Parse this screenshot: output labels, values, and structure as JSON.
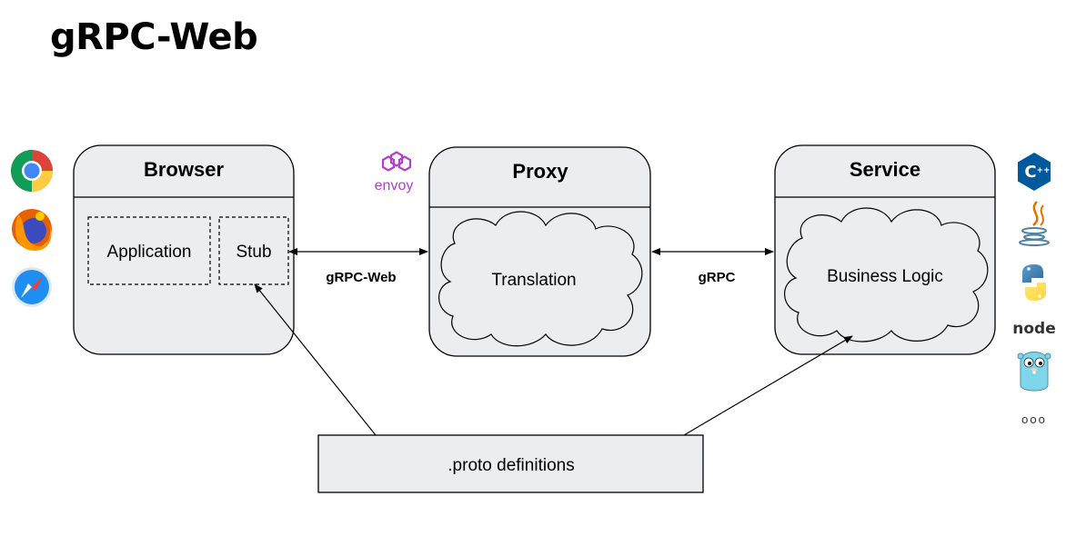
{
  "title": "gRPC-Web",
  "browser": {
    "title": "Browser",
    "application_label": "Application",
    "stub_label": "Stub"
  },
  "proxy": {
    "title": "Proxy",
    "translation_label": "Translation",
    "logo_text": "envoy"
  },
  "service": {
    "title": "Service",
    "business_logic_label": "Business Logic"
  },
  "connections": {
    "browser_proxy": "gRPC-Web",
    "proxy_service": "gRPC"
  },
  "proto_label": ".proto definitions",
  "browser_icons": [
    "chrome-icon",
    "firefox-icon",
    "safari-icon"
  ],
  "language_icons": {
    "names": [
      "cpp-icon",
      "java-icon",
      "python-icon",
      "node-icon",
      "go-gopher-icon",
      "more-icon"
    ],
    "node_text": "node",
    "more_text": "ooo"
  },
  "colors": {
    "box_fill": "#ebedee",
    "outline": "#000000",
    "envoy": "#b43fcc"
  }
}
